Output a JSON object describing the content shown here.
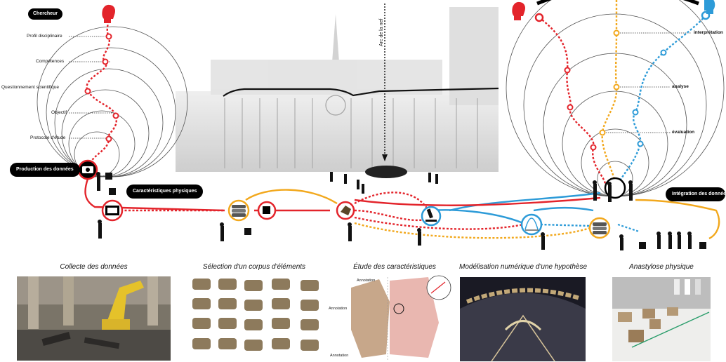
{
  "left_spiral": {
    "pill_top": "Chercheur",
    "pill_bottom": "Production des données",
    "labels": [
      "Profil disciplinaire",
      "Compétences",
      "Questionnement scientifique",
      "Objectif",
      "Protocole d'étude"
    ]
  },
  "center": {
    "arc_label": "Arc de la nef",
    "pill_left": "Caractéristiques physiques"
  },
  "right_spiral": {
    "labels": [
      "interprétation",
      "analyse",
      "évaluation"
    ],
    "pill_right": "Intégration des données"
  },
  "captions": [
    "Collecte des données",
    "Sélection d'un corpus d'éléments",
    "Étude des caractéristiques",
    "Modélisation numérique d'une hypothèse",
    "Anastylose physique"
  ],
  "annotations": [
    "Annotation",
    "Annotation",
    "Annotation"
  ],
  "colors": {
    "red": "#e3242b",
    "orange": "#f2a81d",
    "blue": "#2d9bd8",
    "black": "#000000"
  },
  "icons": [
    "head-icon",
    "camera-icon",
    "film-icon",
    "stack-icon",
    "cube-icon",
    "microscope-icon",
    "curve-chart-icon"
  ]
}
